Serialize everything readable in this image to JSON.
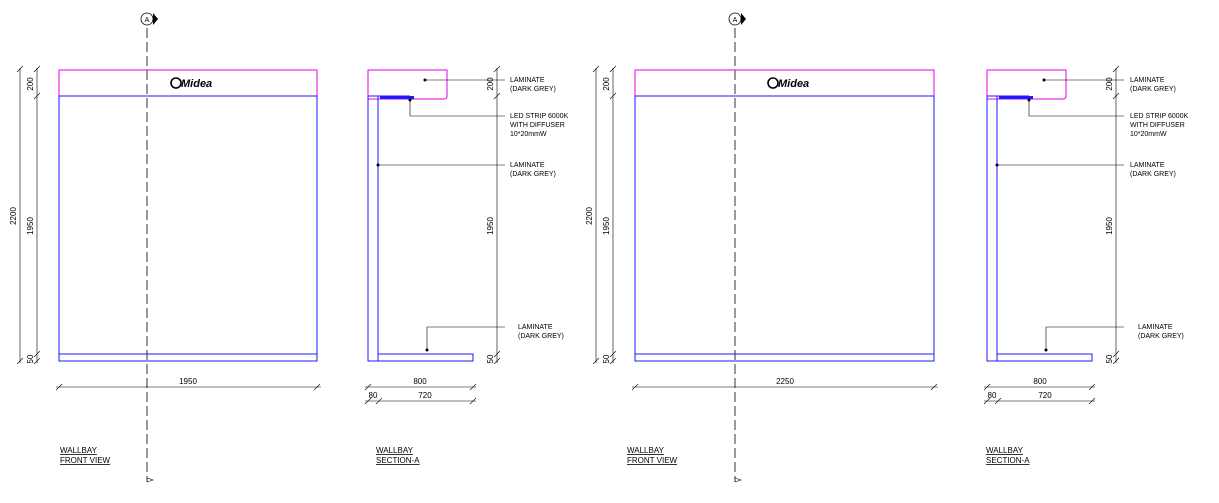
{
  "drawings": [
    {
      "front": {
        "logo": "Midea",
        "dim_top": "200",
        "dim_total": "2200",
        "dim_mid": "1950",
        "dim_bottom": "50",
        "dim_width": "1950",
        "title_line1": "WALLBAY",
        "title_line2": "FRONT VIEW"
      },
      "section": {
        "label_top": "LAMINATE",
        "label_top_sub": "(DARK GREY)",
        "label_led": "LED STRIP 6000K",
        "label_led_sub1": "WITH DIFFUSER",
        "label_led_sub2": "10*20mmW",
        "label_mid": "LAMINATE",
        "label_mid_sub": "(DARK GREY)",
        "label_bottom": "LAMINATE",
        "label_bottom_sub": "(DARK GREY)",
        "dim_top": "200",
        "dim_mid": "1950",
        "dim_bottom": "50",
        "dim_depth": "800",
        "dim_a": "80",
        "dim_b": "720",
        "title_line1": "WALLBAY",
        "title_line2": "SECTION-A"
      },
      "section_marker": "A"
    },
    {
      "front": {
        "logo": "Midea",
        "dim_top": "200",
        "dim_total": "2200",
        "dim_mid": "1950",
        "dim_bottom": "50",
        "dim_width": "2250",
        "title_line1": "WALLBAY",
        "title_line2": "FRONT VIEW"
      },
      "section": {
        "label_top": "LAMINATE",
        "label_top_sub": "(DARK GREY)",
        "label_led": "LED STRIP 6000K",
        "label_led_sub1": "WITH DIFFUSER",
        "label_led_sub2": "10*20mmW",
        "label_mid": "LAMINATE",
        "label_mid_sub": "(DARK GREY)",
        "label_bottom": "LAMINATE",
        "label_bottom_sub": "(DARK GREY)",
        "dim_top": "200",
        "dim_mid": "1950",
        "dim_bottom": "50",
        "dim_depth": "800",
        "dim_a": "80",
        "dim_b": "720",
        "title_line1": "WALLBAY",
        "title_line2": "SECTION-A"
      },
      "section_marker": "A"
    }
  ],
  "colors": {
    "magenta": "#e600e6",
    "blue": "#1a1aff",
    "line": "#000000"
  }
}
